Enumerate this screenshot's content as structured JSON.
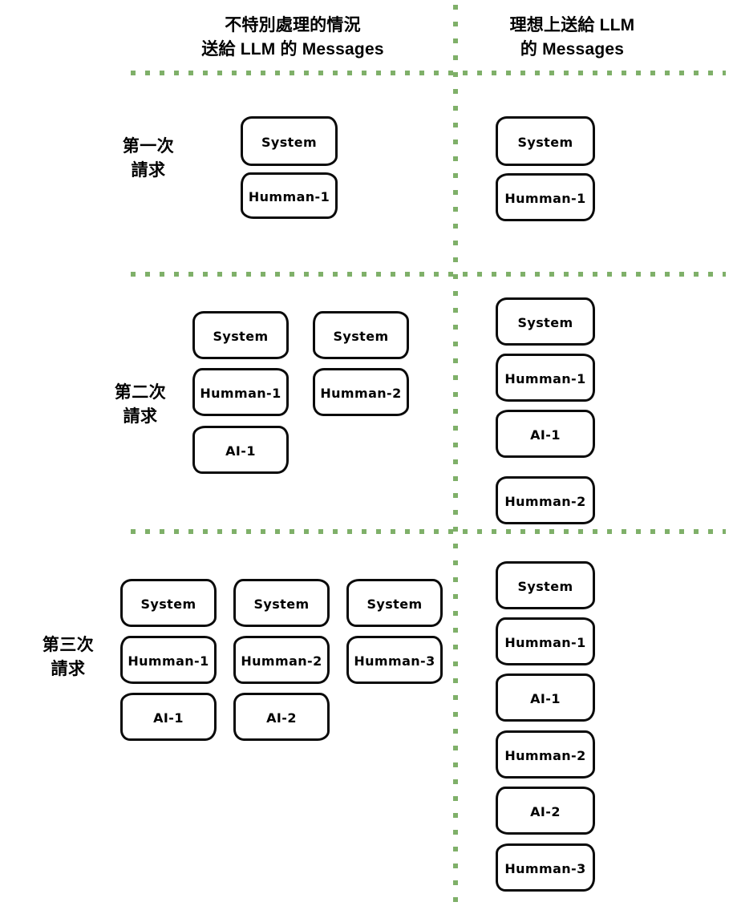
{
  "headers": {
    "left": "不特別處理的情況\n送給 LLM 的 Messages",
    "right": "理想上送給 LLM\n的 Messages"
  },
  "colors": {
    "divider_green": "#7fb069",
    "box_border": "#0a0a0a",
    "box_fill": "#ffffff",
    "text": "#000000"
  },
  "rows": [
    {
      "label": "第一次\n請求",
      "left_groups": [
        {
          "boxes": [
            "System",
            "Humman-1"
          ]
        }
      ],
      "right_boxes": [
        "System",
        "Humman-1"
      ]
    },
    {
      "label": "第二次\n請求",
      "left_groups": [
        {
          "boxes": [
            "System",
            "Humman-1",
            "AI-1"
          ]
        },
        {
          "boxes": [
            "System",
            "Humman-2"
          ]
        }
      ],
      "right_boxes": [
        "System",
        "Humman-1",
        "AI-1",
        "Humman-2"
      ]
    },
    {
      "label": "第三次\n請求",
      "left_groups": [
        {
          "boxes": [
            "System",
            "Humman-1",
            "AI-1"
          ]
        },
        {
          "boxes": [
            "System",
            "Humman-2",
            "AI-2"
          ]
        },
        {
          "boxes": [
            "System",
            "Humman-3"
          ]
        }
      ],
      "right_boxes": [
        "System",
        "Humman-1",
        "AI-1",
        "Humman-2",
        "AI-2",
        "Humman-3"
      ]
    }
  ]
}
